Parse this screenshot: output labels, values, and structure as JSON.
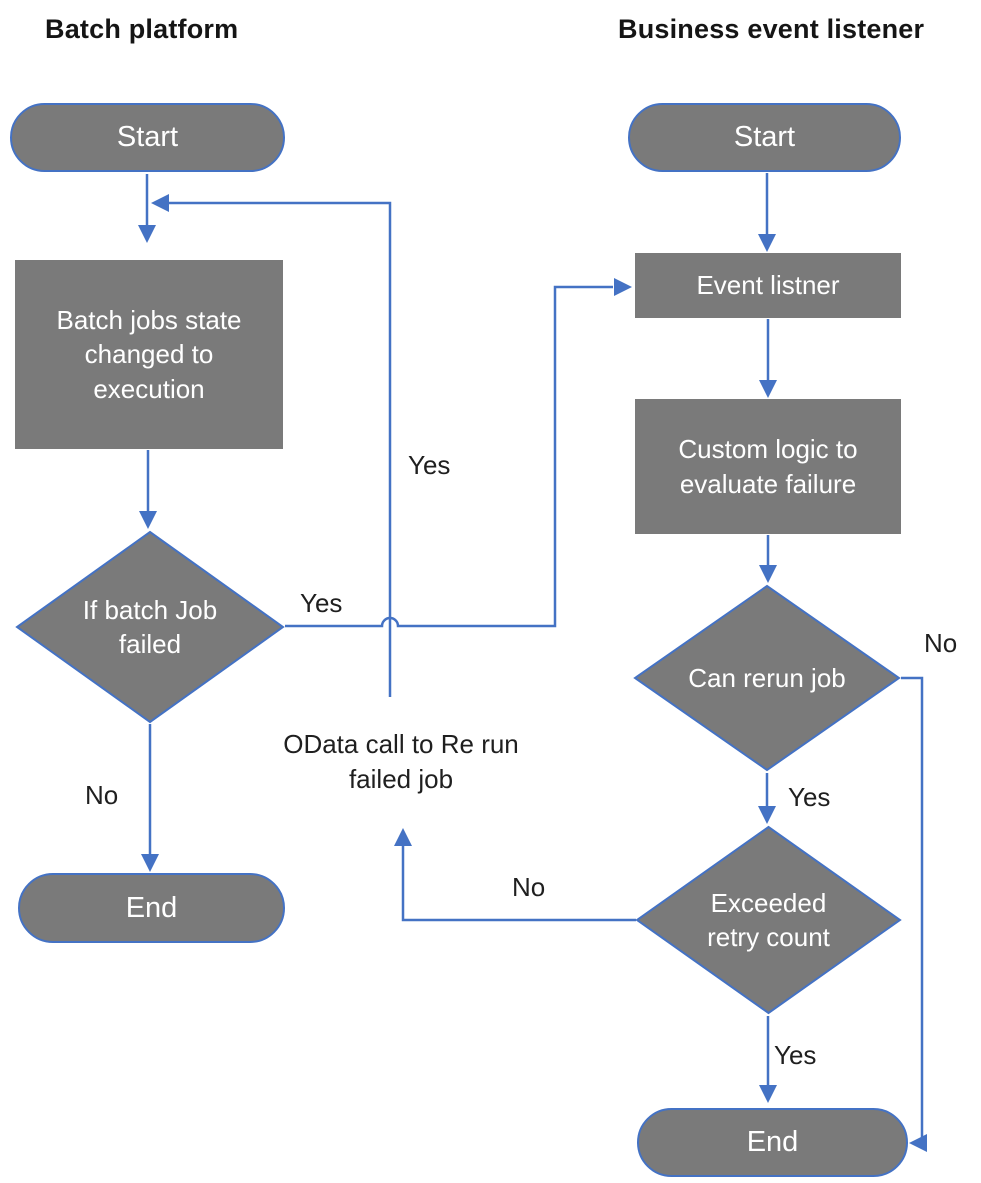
{
  "diagram": {
    "type": "flowchart",
    "columns": {
      "left_title": "Batch platform",
      "right_title": "Business event listener"
    },
    "nodes": {
      "left_start": "Start",
      "left_process": "Batch jobs state changed to execution",
      "left_decision": "If batch Job failed",
      "left_end": "End",
      "right_start": "Start",
      "event_listener": "Event listner",
      "custom_logic": "Custom logic to evaluate failure",
      "can_rerun": "Can rerun job",
      "exceeded_retry": "Exceeded retry count",
      "right_end": "End"
    },
    "annotations": {
      "odata_note": "OData call to Re run failed job"
    },
    "edge_labels": {
      "left_decision_yes": "Yes",
      "left_decision_no": "No",
      "rerun_loop_yes": "Yes",
      "exceeded_no": "No",
      "can_rerun_yes": "Yes",
      "can_rerun_no": "No",
      "exceeded_yes": "Yes"
    },
    "colors": {
      "shape_fill": "#7a7a7a",
      "line_accent": "#4472c4",
      "shape_text": "#ffffff",
      "label_text": "#1f1f1f",
      "background": "#ffffff"
    }
  }
}
